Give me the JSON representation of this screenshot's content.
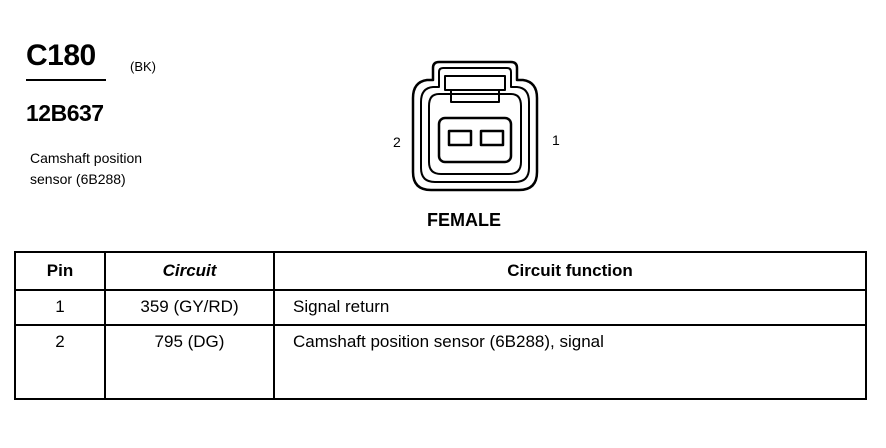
{
  "connector": {
    "id": "C180",
    "color_code": "(BK)",
    "part_number": "12B637",
    "description_lines": [
      "Camshaft position",
      "sensor (6B288)"
    ],
    "gender": "FEMALE",
    "pin_left_label": "2",
    "pin_right_label": "1"
  },
  "table": {
    "headers": {
      "pin": "Pin",
      "circuit": "Circuit",
      "function": "Circuit function"
    },
    "rows": [
      {
        "pin": "1",
        "circuit": "359 (GY/RD)",
        "function": "Signal return"
      },
      {
        "pin": "2",
        "circuit": "795 (DG)",
        "function": "Camshaft position sensor (6B288), signal"
      }
    ]
  }
}
